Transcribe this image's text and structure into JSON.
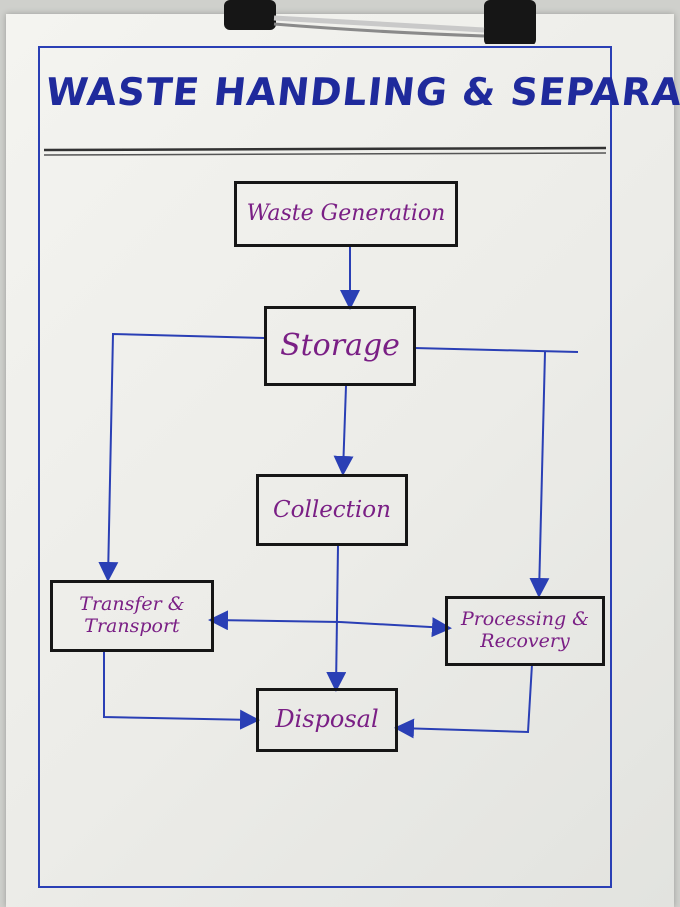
{
  "title": "WASTE HANDLING & SEPARATION",
  "nodes": {
    "generation": "Waste Generation",
    "storage": "Storage",
    "collection": "Collection",
    "transfer": "Transfer & Transport",
    "processing": "Processing & Recovery",
    "disposal": "Disposal"
  },
  "colors": {
    "ink_title": "#1f2a9c",
    "ink_arrows": "#2a3fb5",
    "ink_box": "#161616",
    "ink_label": "#7a1f85"
  }
}
